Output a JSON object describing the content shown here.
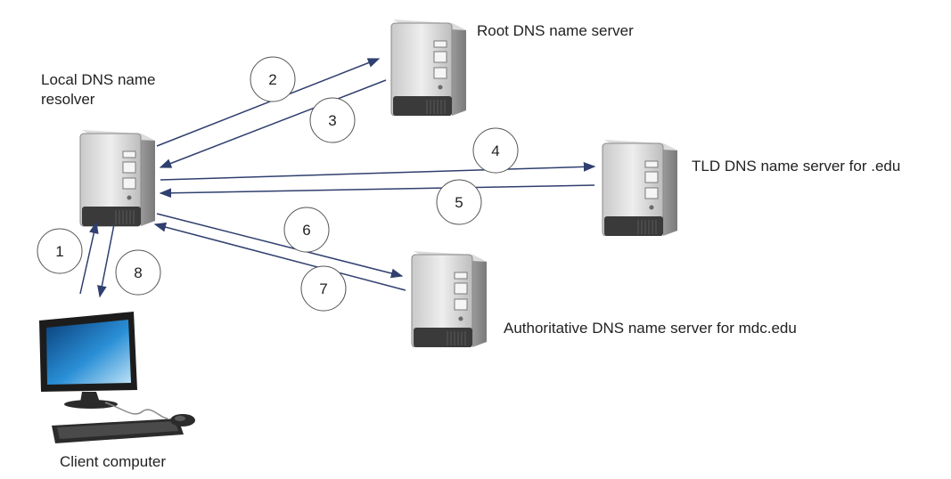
{
  "servers": {
    "root": {
      "label": "Root DNS name server"
    },
    "local": {
      "label": "Local DNS name resolver"
    },
    "tld": {
      "label": "TLD DNS name server for .edu"
    },
    "authoritative": {
      "label": "Authoritative DNS name server for mdc.edu"
    }
  },
  "client": {
    "label": "Client computer"
  },
  "steps": [
    "1",
    "2",
    "3",
    "4",
    "5",
    "6",
    "7",
    "8"
  ],
  "colors": {
    "arrow": "#2f3f6f",
    "circle_stroke": "#555555",
    "server_body": "#d8d8d8",
    "server_dark": "#3a3a3a",
    "monitor_screen": "#1f7fc4"
  }
}
